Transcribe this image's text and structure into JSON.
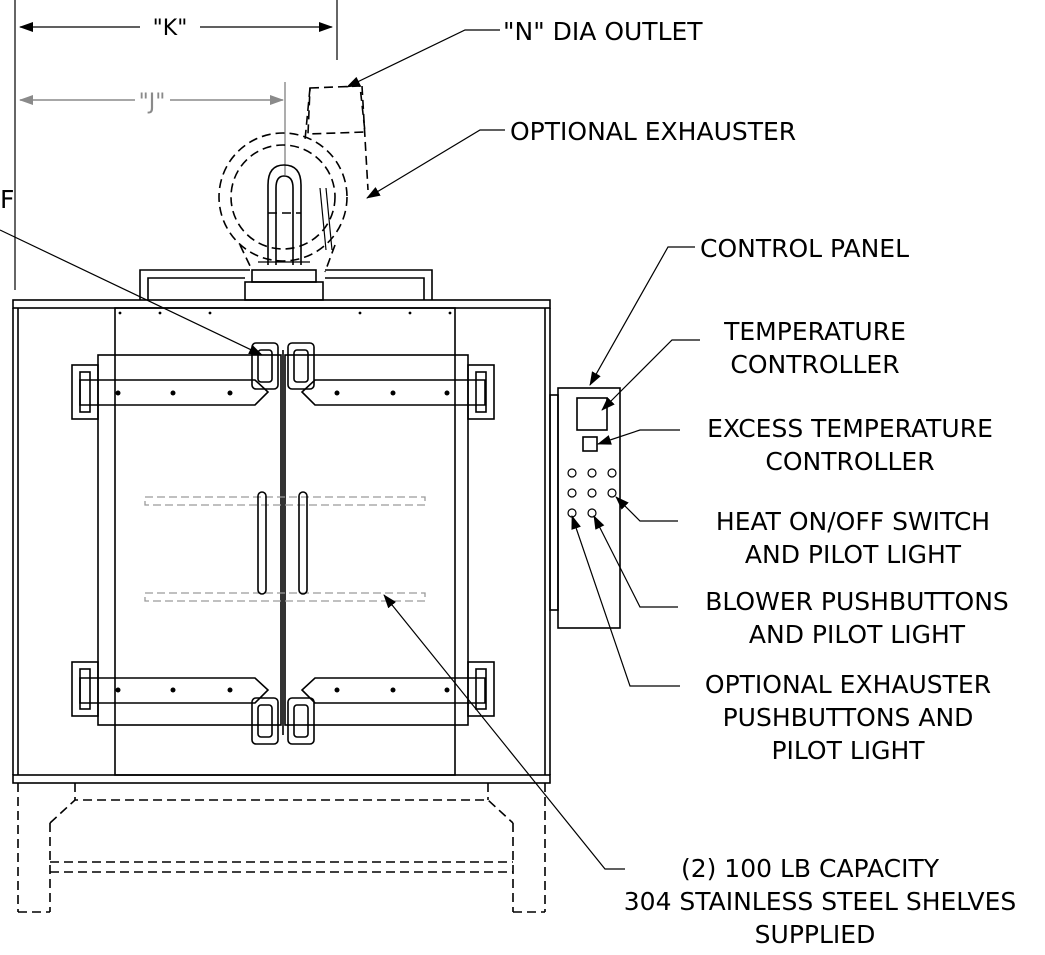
{
  "dimensions": {
    "k": "\"K\"",
    "j": "\"J\"",
    "f_partial": "F"
  },
  "callouts": {
    "outlet": "\"N\" DIA OUTLET",
    "exhauster": "OPTIONAL EXHAUSTER",
    "control_panel": "CONTROL PANEL",
    "temp_controller": [
      "TEMPERATURE",
      "CONTROLLER"
    ],
    "excess_temp": [
      "EXCESS TEMPERATURE",
      "CONTROLLER"
    ],
    "heat_switch": [
      "HEAT ON/OFF SWITCH",
      "AND PILOT LIGHT"
    ],
    "blower": [
      "BLOWER PUSHBUTTONS",
      "AND PILOT LIGHT"
    ],
    "exhauster_buttons": [
      "OPTIONAL EXHAUSTER",
      "PUSHBUTTONS AND",
      "PILOT LIGHT"
    ],
    "shelves": [
      "(2) 100 LB CAPACITY",
      "304 STAINLESS STEEL SHELVES",
      "SUPPLIED"
    ]
  }
}
